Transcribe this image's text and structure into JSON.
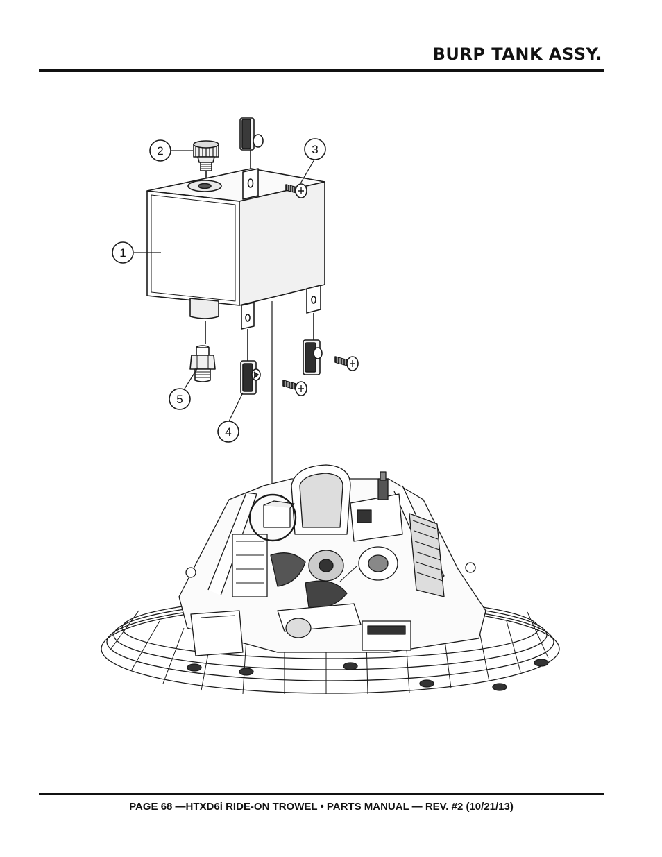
{
  "header": {
    "title": "BURP TANK ASSY."
  },
  "callouts": [
    {
      "number": "1",
      "part": "burp tank"
    },
    {
      "number": "2",
      "part": "filler cap"
    },
    {
      "number": "3",
      "part": "mounting screw"
    },
    {
      "number": "4",
      "part": "mounting clip"
    },
    {
      "number": "5",
      "part": "hose fitting"
    }
  ],
  "footer": {
    "text": "PAGE 68 —HTXD6i RIDE-ON TROWEL • PARTS MANUAL — REV. #2 (10/21/13)"
  },
  "icons": [
    "screw-icon",
    "clip-icon",
    "cap-icon",
    "fitting-icon",
    "tank-icon",
    "trowel-machine-icon"
  ]
}
